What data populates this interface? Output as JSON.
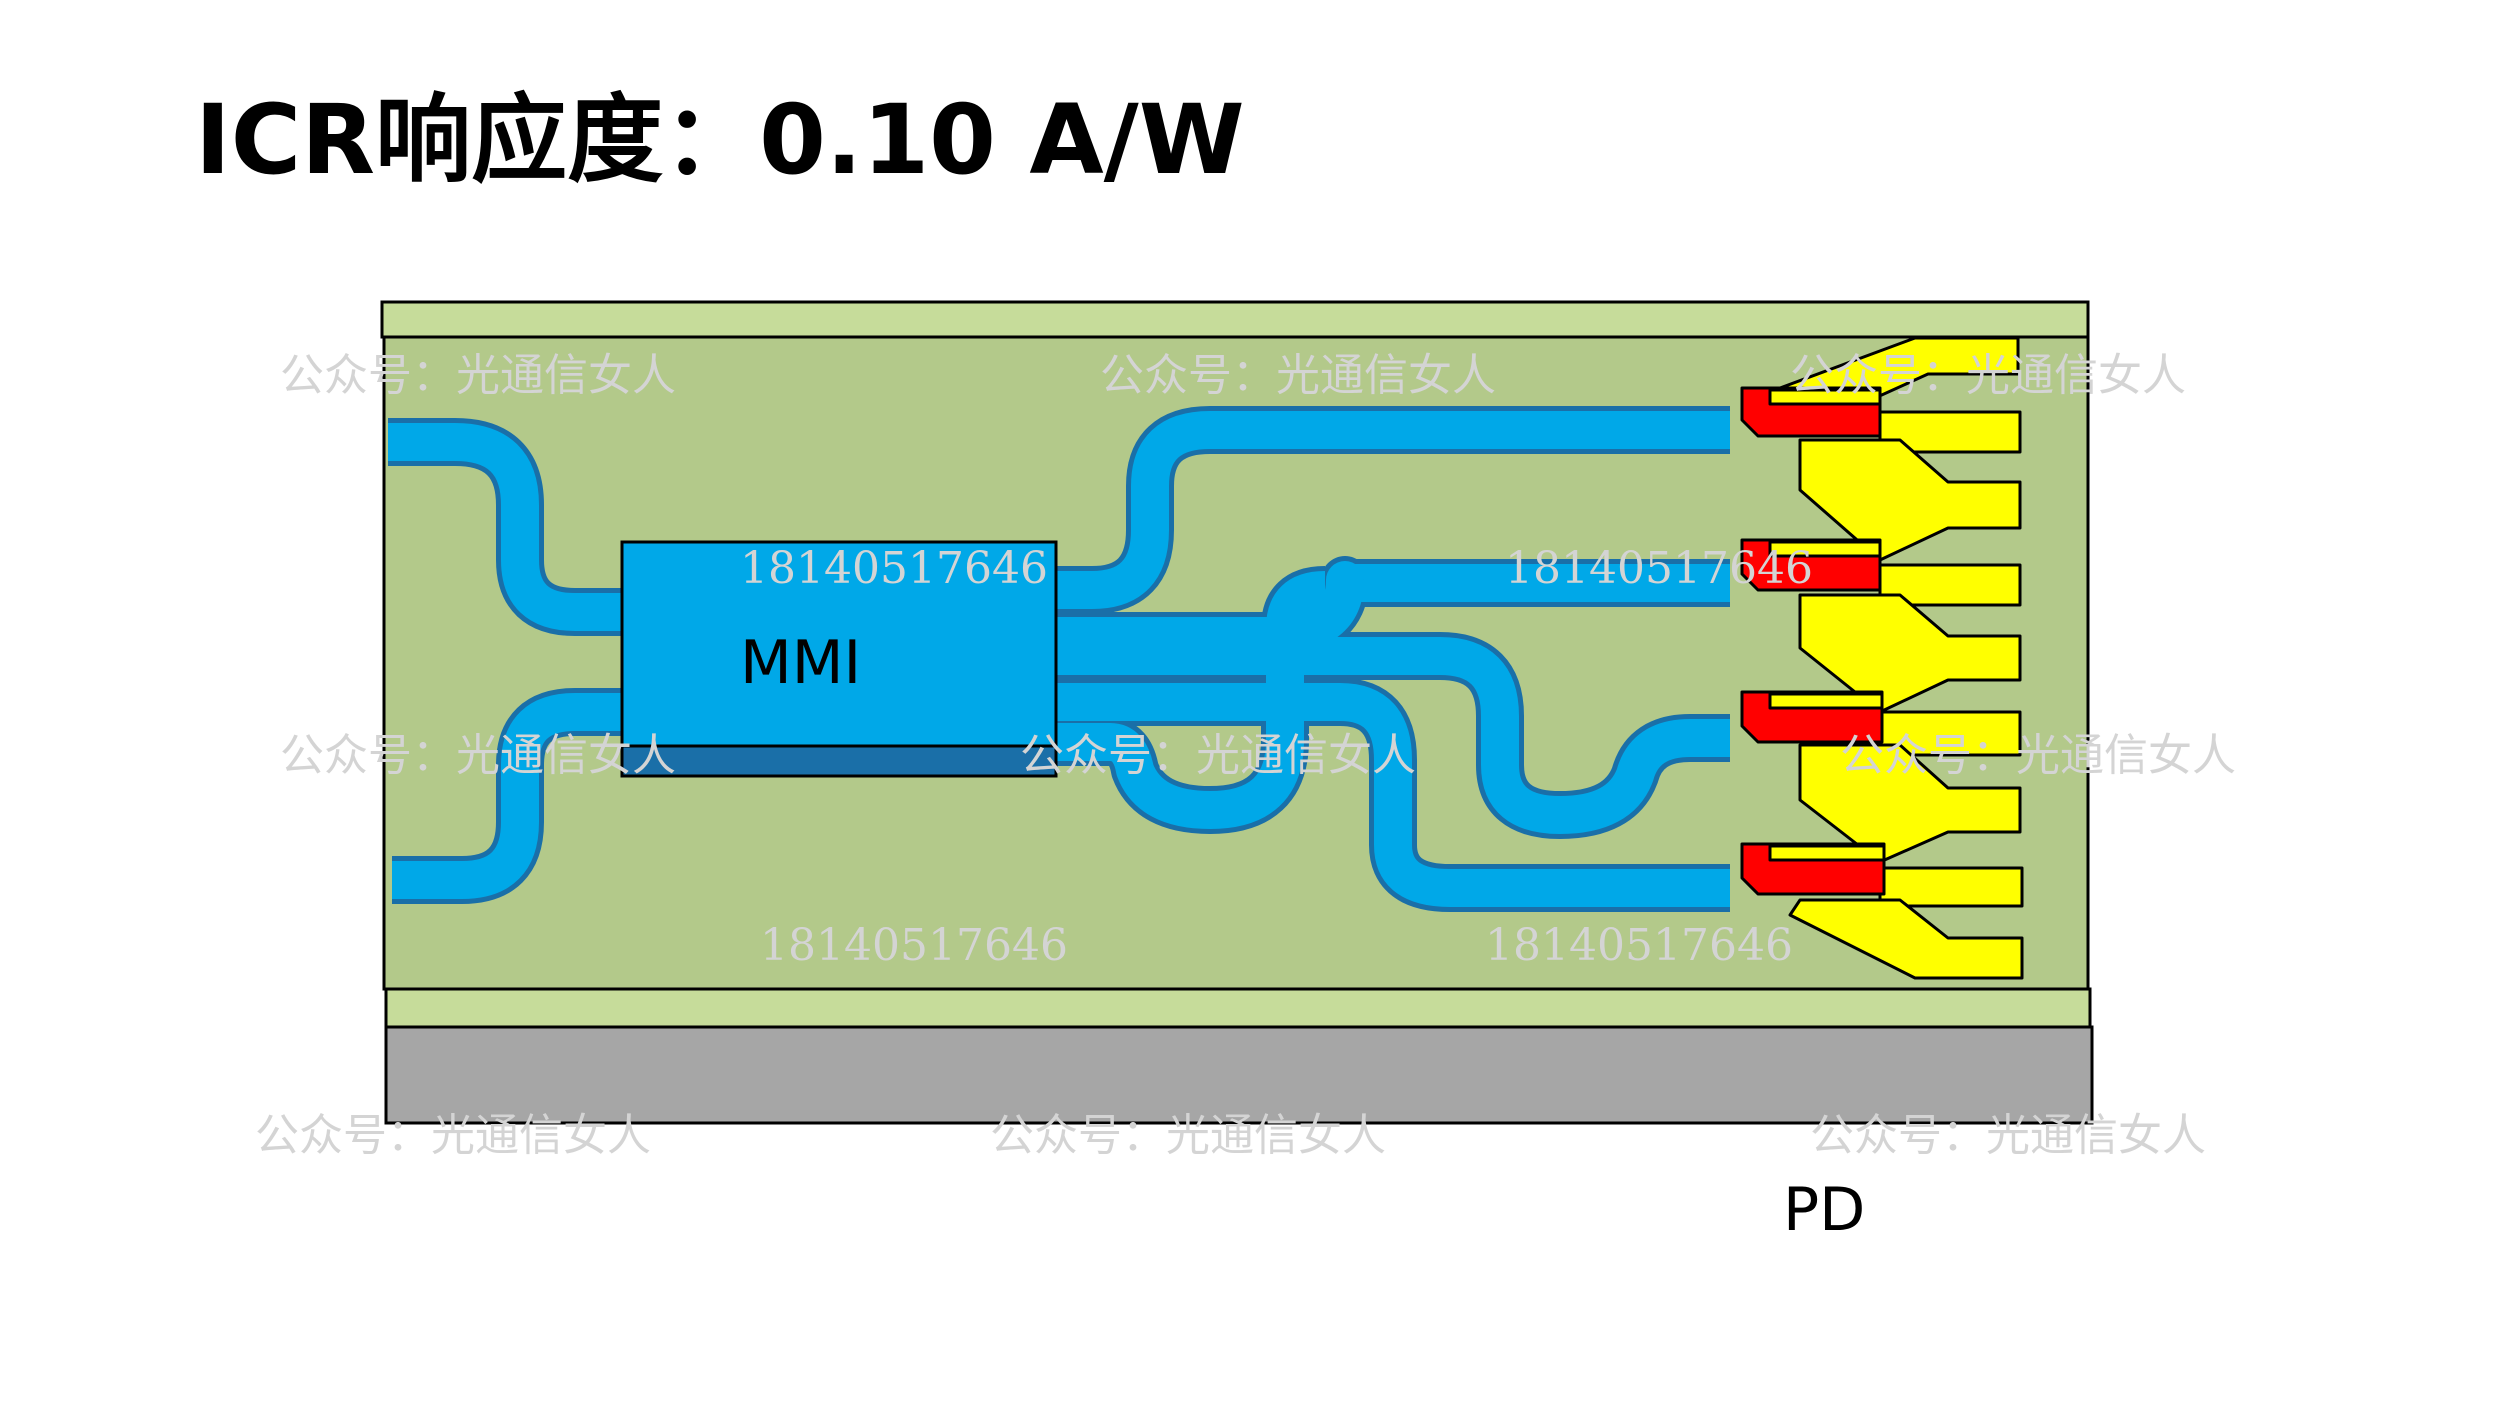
{
  "title": "ICR响应度：0.10 A/W",
  "labels": {
    "mmi": "MMI",
    "pd": "PD"
  },
  "watermarks": {
    "account": "公众号：光通信女人",
    "phone": "18140517646"
  },
  "colors": {
    "substrate_top": "#c6dc9a",
    "substrate": "#b3c98a",
    "base": "#a6a6a6",
    "waveguide": "#00a8e8",
    "waveguide_edge": "#1a6fa8",
    "pd_body": "#ff0000",
    "pd_cap": "#ffff00",
    "electrode": "#ffff00"
  }
}
